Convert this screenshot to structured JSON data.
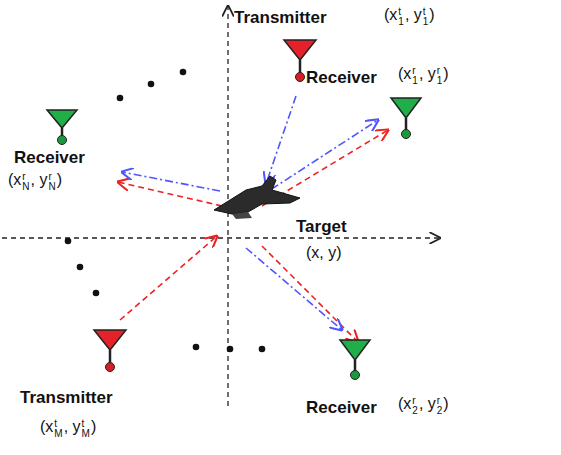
{
  "diagram": {
    "labels": [
      "Transmitter",
      "(x1t, y1t)",
      "Receiver",
      "(x1r, y1r)",
      "Receiver",
      "(xNr, yNr)",
      "Target",
      "(x, y)",
      "Transmitter",
      "(xMt, yMt)",
      "Receiver",
      "(x2r, y2r)"
    ]
  }
}
